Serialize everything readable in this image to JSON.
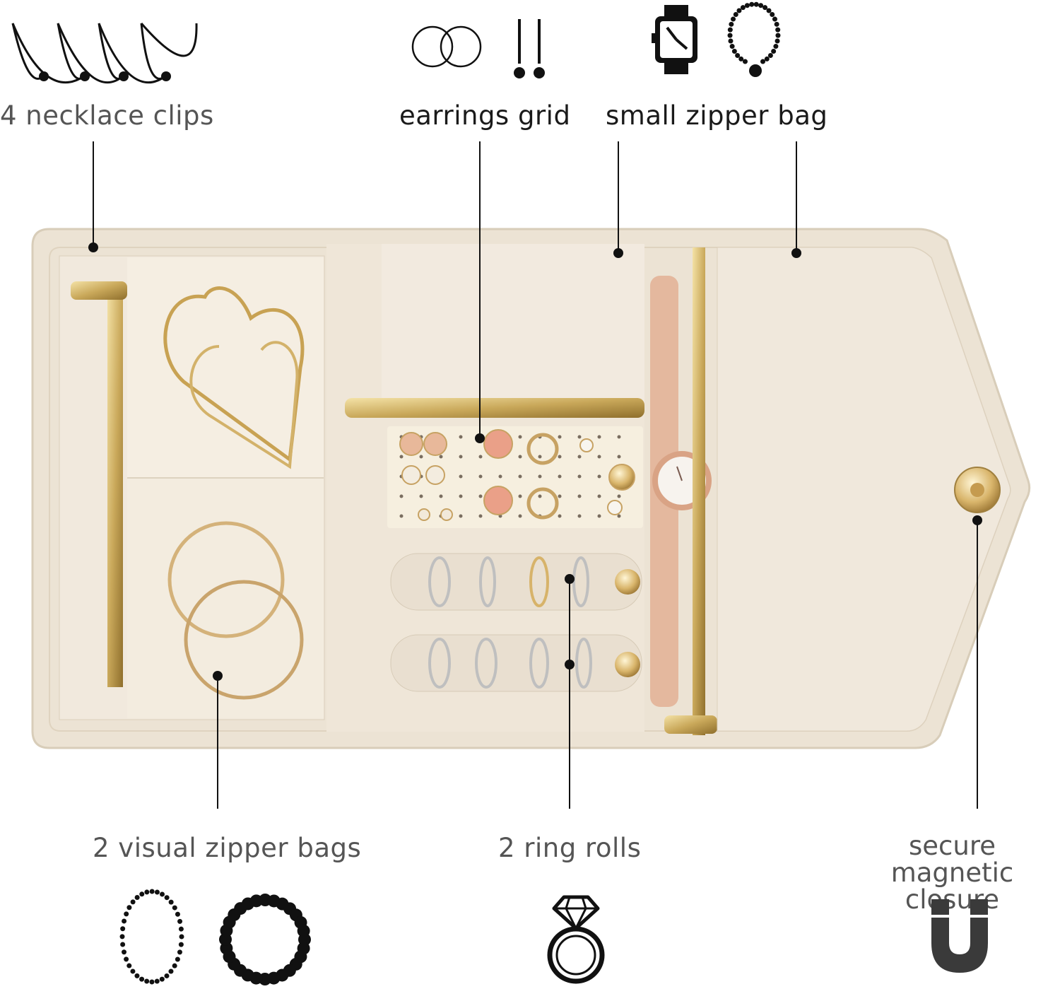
{
  "labels": {
    "necklace_clips": "4 necklace clips",
    "earrings_grid": "earrings grid",
    "small_zipper_bag": "small zipper bag",
    "visual_zipper_bags": "2 visual zipper bags",
    "ring_rolls": "2 ring rolls",
    "magnetic_closure_line1": "secure magnetic",
    "magnetic_closure_line2": "closure"
  },
  "icons": {
    "top": [
      "necklace-clips-icon",
      "earring-hoops-icon",
      "earring-drops-icon",
      "watch-icon",
      "beaded-necklace-icon"
    ],
    "bottom": [
      "beaded-bracelet-icon",
      "bead-ring-icon",
      "diamond-ring-icon",
      "magnet-icon"
    ]
  },
  "colors": {
    "organizer": "#efe7da",
    "lining": "#f3ece2",
    "zipper_gold": "#c9a85a",
    "text_dark": "#1a1a1a",
    "text_grey": "#555555"
  }
}
